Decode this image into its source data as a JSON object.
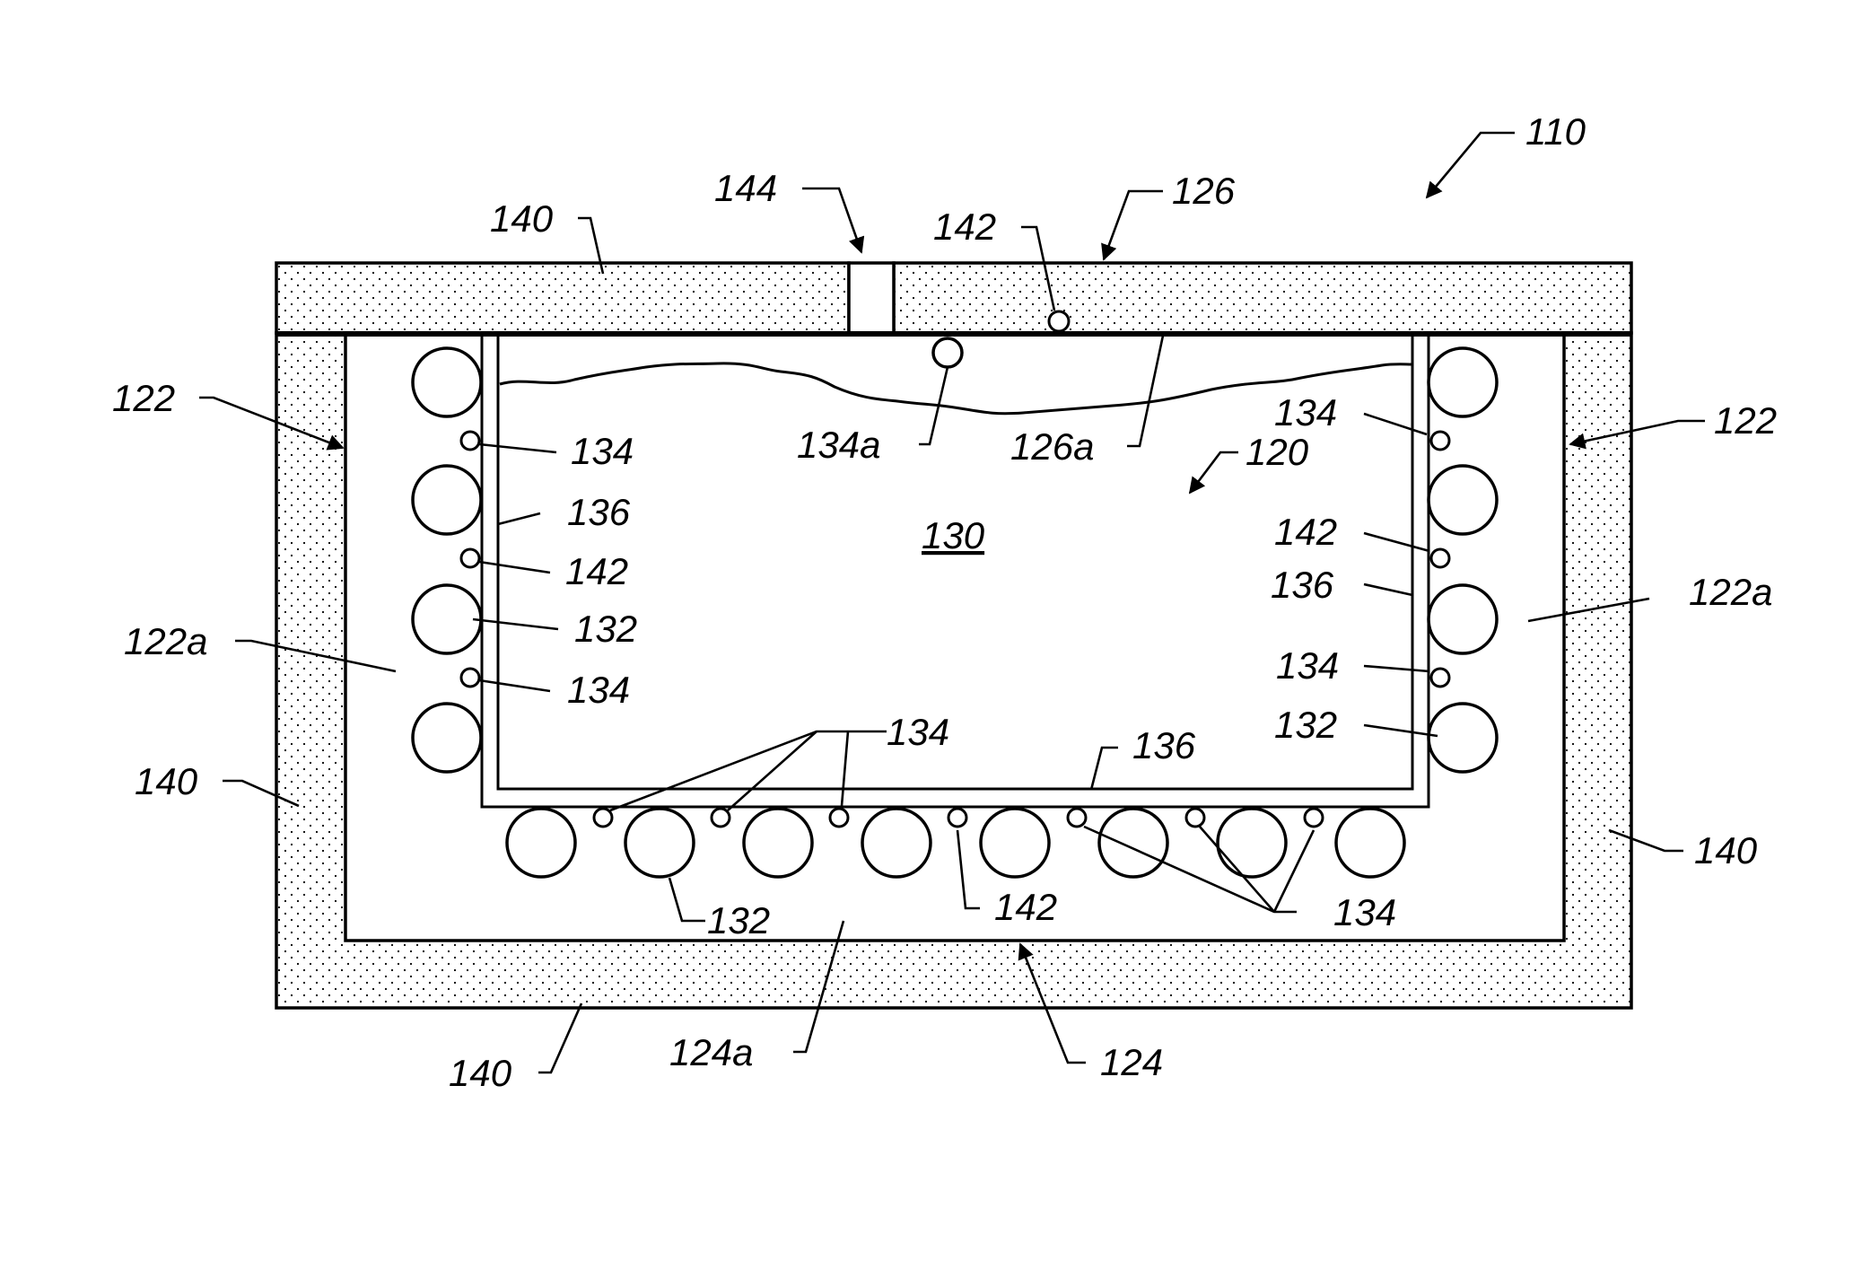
{
  "figure": {
    "labels": {
      "assembly": "110",
      "wall_top_left": "140",
      "port": "144",
      "top_sensor": "142",
      "lid": "126",
      "wall_left": "122",
      "wall_right": "122",
      "sensor_top": "134a",
      "lid_inner": "126a",
      "vessel": "120",
      "chamber": "130",
      "left_134_upper": "134",
      "left_136": "136",
      "left_142": "142",
      "left_132": "132",
      "left_134_lower": "134",
      "left_space": "122a",
      "right_space": "122a",
      "right_134_upper": "134",
      "right_142": "142",
      "right_136": "136",
      "right_134_lower": "134",
      "right_132": "132",
      "insulation_left": "140",
      "insulation_right": "140",
      "bottom_134_left": "134",
      "bottom_136": "136",
      "bottom_132": "132",
      "bottom_142": "142",
      "bottom_134_right": "134",
      "insulation_bottom": "140",
      "bottom_space": "124a",
      "bottom_wall": "124"
    }
  }
}
